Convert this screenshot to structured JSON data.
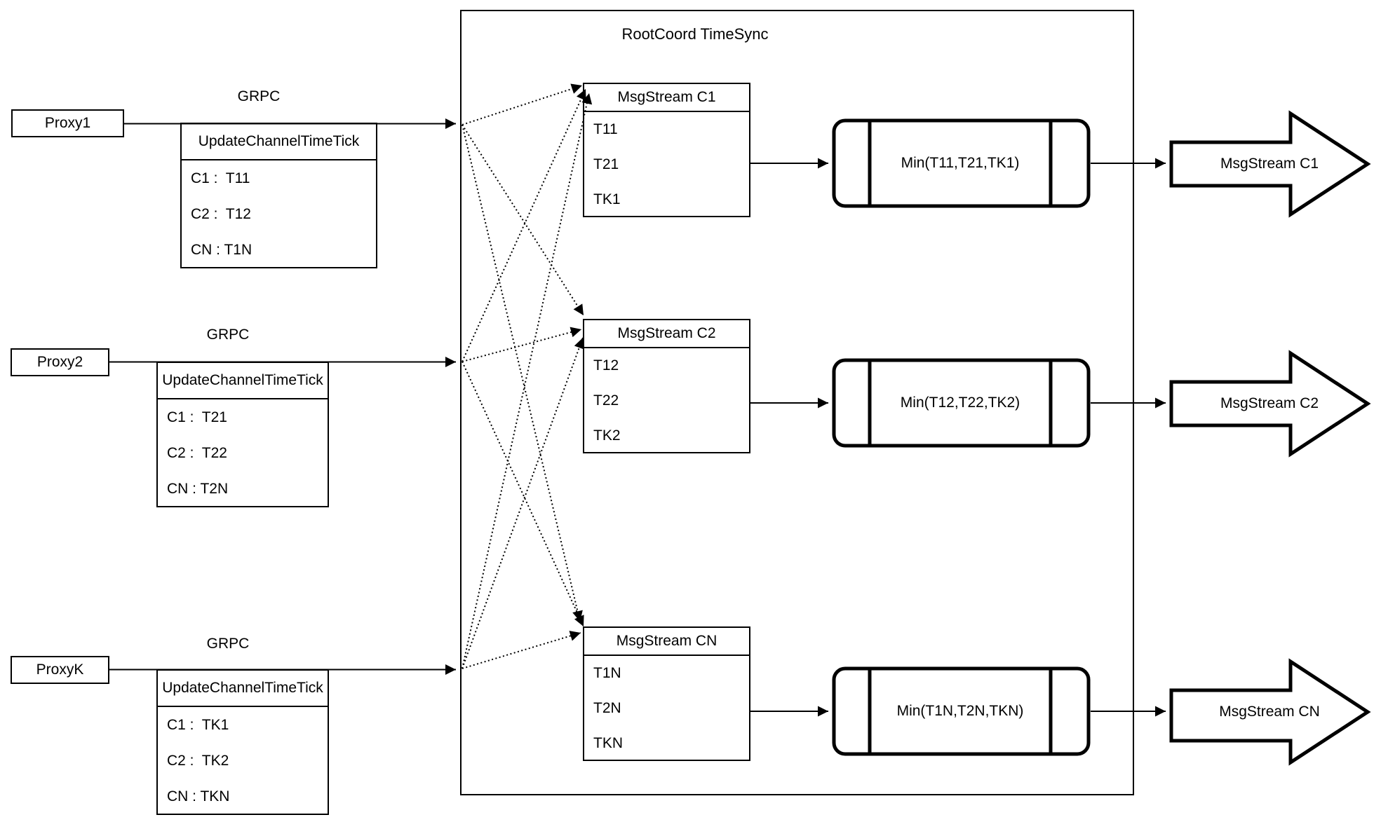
{
  "diagram": {
    "title": "RootCoord TimeSync",
    "grpc_label": "GRPC",
    "proxies": [
      {
        "name": "Proxy1",
        "table_header": "UpdateChannelTimeTick",
        "rows": [
          "C1 :  T11",
          "C2 :  T12",
          "CN : T1N"
        ]
      },
      {
        "name": "Proxy2",
        "table_header": "UpdateChannelTimeTick",
        "rows": [
          "C1 :  T21",
          "C2 :  T22",
          "CN : T2N"
        ]
      },
      {
        "name": "ProxyK",
        "table_header": "UpdateChannelTimeTick",
        "rows": [
          "C1 :  TK1",
          "C2 :  TK2",
          "CN : TKN"
        ]
      }
    ],
    "channels": [
      {
        "stream_header": "MsgStream C1",
        "ticks": [
          "T11",
          "T21",
          "TK1"
        ],
        "min_label": "Min(T11,T21,TK1)",
        "output_label": "MsgStream C1"
      },
      {
        "stream_header": "MsgStream C2",
        "ticks": [
          "T12",
          "T22",
          "TK2"
        ],
        "min_label": "Min(T12,T22,TK2)",
        "output_label": "MsgStream C2"
      },
      {
        "stream_header": "MsgStream CN",
        "ticks": [
          "T1N",
          "T2N",
          "TKN"
        ],
        "min_label": "Min(T1N,T2N,TKN)",
        "output_label": "MsgStream CN"
      }
    ],
    "colors": {
      "stroke": "#000000",
      "background": "#ffffff"
    }
  }
}
